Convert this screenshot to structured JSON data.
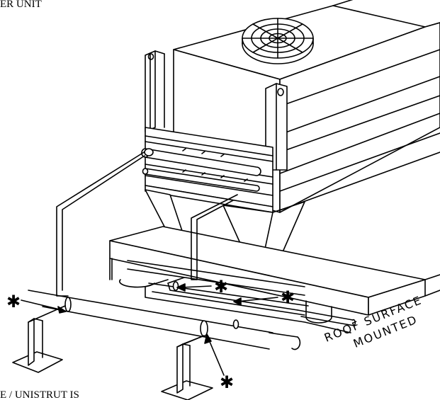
{
  "labels": {
    "top_caption": "ER UNIT",
    "bottom_caption": "E / UNISTRUT IS",
    "roof_line1": "ROOF SURFACE",
    "roof_line2": "MOUNTED"
  },
  "markers": {
    "asterisk": "✱"
  },
  "colors": {
    "ink": "#000000",
    "paper": "#ffffff"
  }
}
